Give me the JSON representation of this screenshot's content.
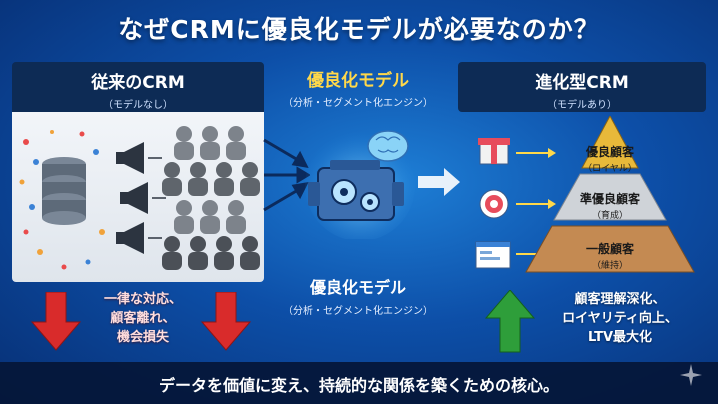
{
  "title": "なぜCRMに優良化モデルが必要なのか？",
  "left": {
    "heading": "従来のCRM",
    "subheading": "（モデルなし）",
    "problems": [
      "一律な対応、",
      "顧客離れ、",
      "機会損失"
    ]
  },
  "middle": {
    "top_heading": "優良化モデル",
    "top_subheading": "（分析・セグメント化エンジン）",
    "bottom_heading": "優良化モデル",
    "bottom_subheading": "（分析・セグメント化エンジン）"
  },
  "right": {
    "heading": "進化型CRM",
    "subheading": "（モデルあり）",
    "tiers": [
      {
        "name": "優良顧客",
        "sub": "（ロイヤル）"
      },
      {
        "name": "準優良顧客",
        "sub": "（育成）"
      },
      {
        "name": "一般顧客",
        "sub": "（維持）"
      }
    ],
    "benefits": [
      "顧客理解深化、",
      "ロイヤリティ向上、",
      "LTV最大化"
    ]
  },
  "footer": "データを価値に変え、持続的な関係を築くための核心。",
  "colors": {
    "accent_yellow": "#ffd84a",
    "problem_red": "#d92b2b",
    "benefit_green": "#2e9e3a",
    "tier_gold": "#e8b93a",
    "tier_silver": "#cfd3d8",
    "tier_bronze": "#c48a52"
  }
}
